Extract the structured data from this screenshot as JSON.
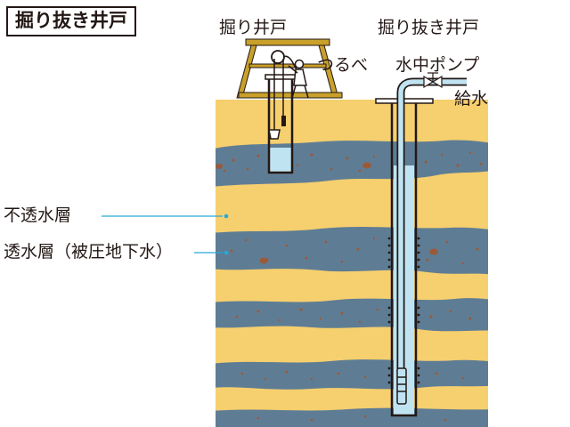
{
  "title": "掘り抜き井戸",
  "labels": {
    "dug_well": "掘り井戸",
    "artesian_well": "掘り抜き井戸",
    "tsurube": "つるべ",
    "pump": "水中ポンプ",
    "water_supply": "給水",
    "impermeable_layer": "不透水層",
    "permeable_layer": "透水層（被圧地下水）"
  },
  "colors": {
    "sand": "#f6cf6e",
    "aquifer": "#5e7d95",
    "pebble": "#9a5a3a",
    "water": "#bfe3f1",
    "pipe_outline": "#231815",
    "frame": "#c9a02a",
    "leader_line": "#29a9d8"
  }
}
